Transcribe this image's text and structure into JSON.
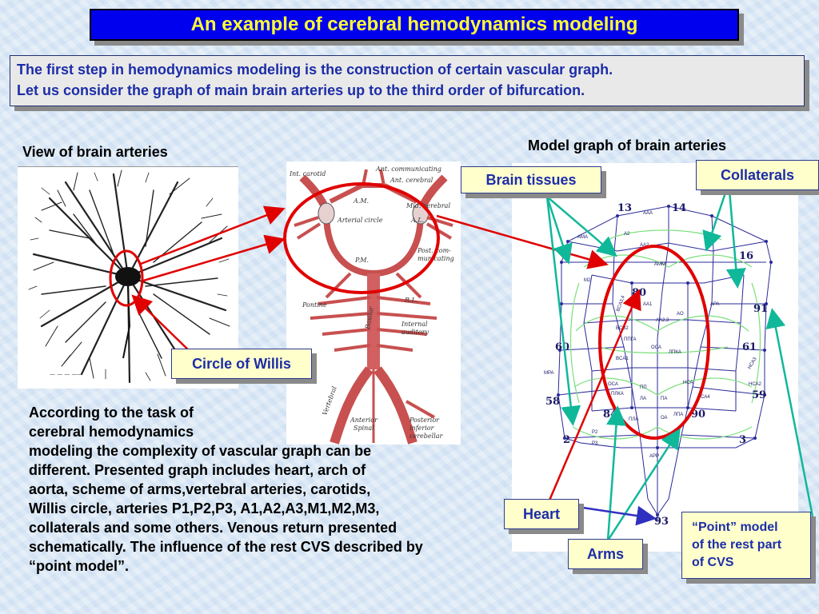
{
  "title": "An example of cerebral hemodynamics modeling",
  "intro": {
    "line1": "The first step in hemodynamics modeling is the construction of certain vascular graph.",
    "line2": "Let us consider the graph of main brain arteries up to the third order of bifurcation."
  },
  "labels": {
    "view_brain_arteries": "View of brain arteries",
    "model_graph": "Model graph of brain arteries"
  },
  "callouts": {
    "circle_of_willis": "Circle of Willis",
    "brain_tissues": "Brain tissues",
    "collaterals": "Collaterals",
    "heart": "Heart",
    "arms": "Arms",
    "point_model": [
      "“Point” model",
      "of the rest part",
      "of CVS"
    ]
  },
  "anatomy_labels": {
    "int_carotid": "Int. carotid",
    "ant_communicating": "Ant. communicating",
    "ant_cerebral": "Ant. cerebral",
    "am": "A.M.",
    "mid_cerebral": "Mid. cerebral",
    "arterial_circle": "Arterial circle",
    "al": "A.L.",
    "post_com": "Post. com-",
    "municating": "municating",
    "pm": "P.M.",
    "pontine": "Pontine",
    "basilar": "Basilar",
    "rl": "R.L.",
    "internal_auditory": "Internal",
    "auditory": "auditory",
    "vertebral": "Vertebral",
    "anterior_spinal": "Anterior",
    "spinal": "Spinal",
    "posterior_inferior": "Posterior",
    "inferior": "inferior",
    "cerebellar": "cerebellar"
  },
  "graph_nodes": [
    "13",
    "14",
    "16",
    "80",
    "91",
    "60",
    "61",
    "58",
    "59",
    "84",
    "90",
    "2",
    "3",
    "93"
  ],
  "graph_small_labels": [
    "AAA",
    "AMA",
    "A2",
    "AA2",
    "AMM",
    "M2",
    "BCA3,4",
    "AA1",
    "AO",
    "APA",
    "AA2,3",
    "BCB2",
    "ППГА",
    "ОСА",
    "ЛПКА",
    "BCA1",
    "НСА",
    "MPA",
    "НСА3",
    "НСА2",
    "ОСА",
    "ПП",
    "ПЛКА",
    "ЛА",
    "ПА",
    "СА4",
    "ПЛА",
    "ОА",
    "ЛПА",
    "P2",
    "P3",
    "АРР"
  ],
  "body": [
    "According to the task of",
    "cerebral hemodynamics",
    "modeling the complexity of vascular graph can be",
    "different. Presented graph includes heart, arch of",
    "aorta, scheme of arms,vertebral arteries, carotids,",
    "Willis circle, arteries P1,P2,P3, A1,A2,A3,M1,M2,M3,",
    "collaterals and some others. Venous return presented",
    "schematically. The influence of the rest CVS described by",
    "“point model”."
  ],
  "colors": {
    "title_bg": "#0000ee",
    "title_text": "#ffff33",
    "intro_text": "#1c2da8",
    "callout_bg": "#ffffcc",
    "red_arrow": "#e00000",
    "teal_arrow": "#10b89a",
    "blue_arrow": "#3030c0"
  }
}
